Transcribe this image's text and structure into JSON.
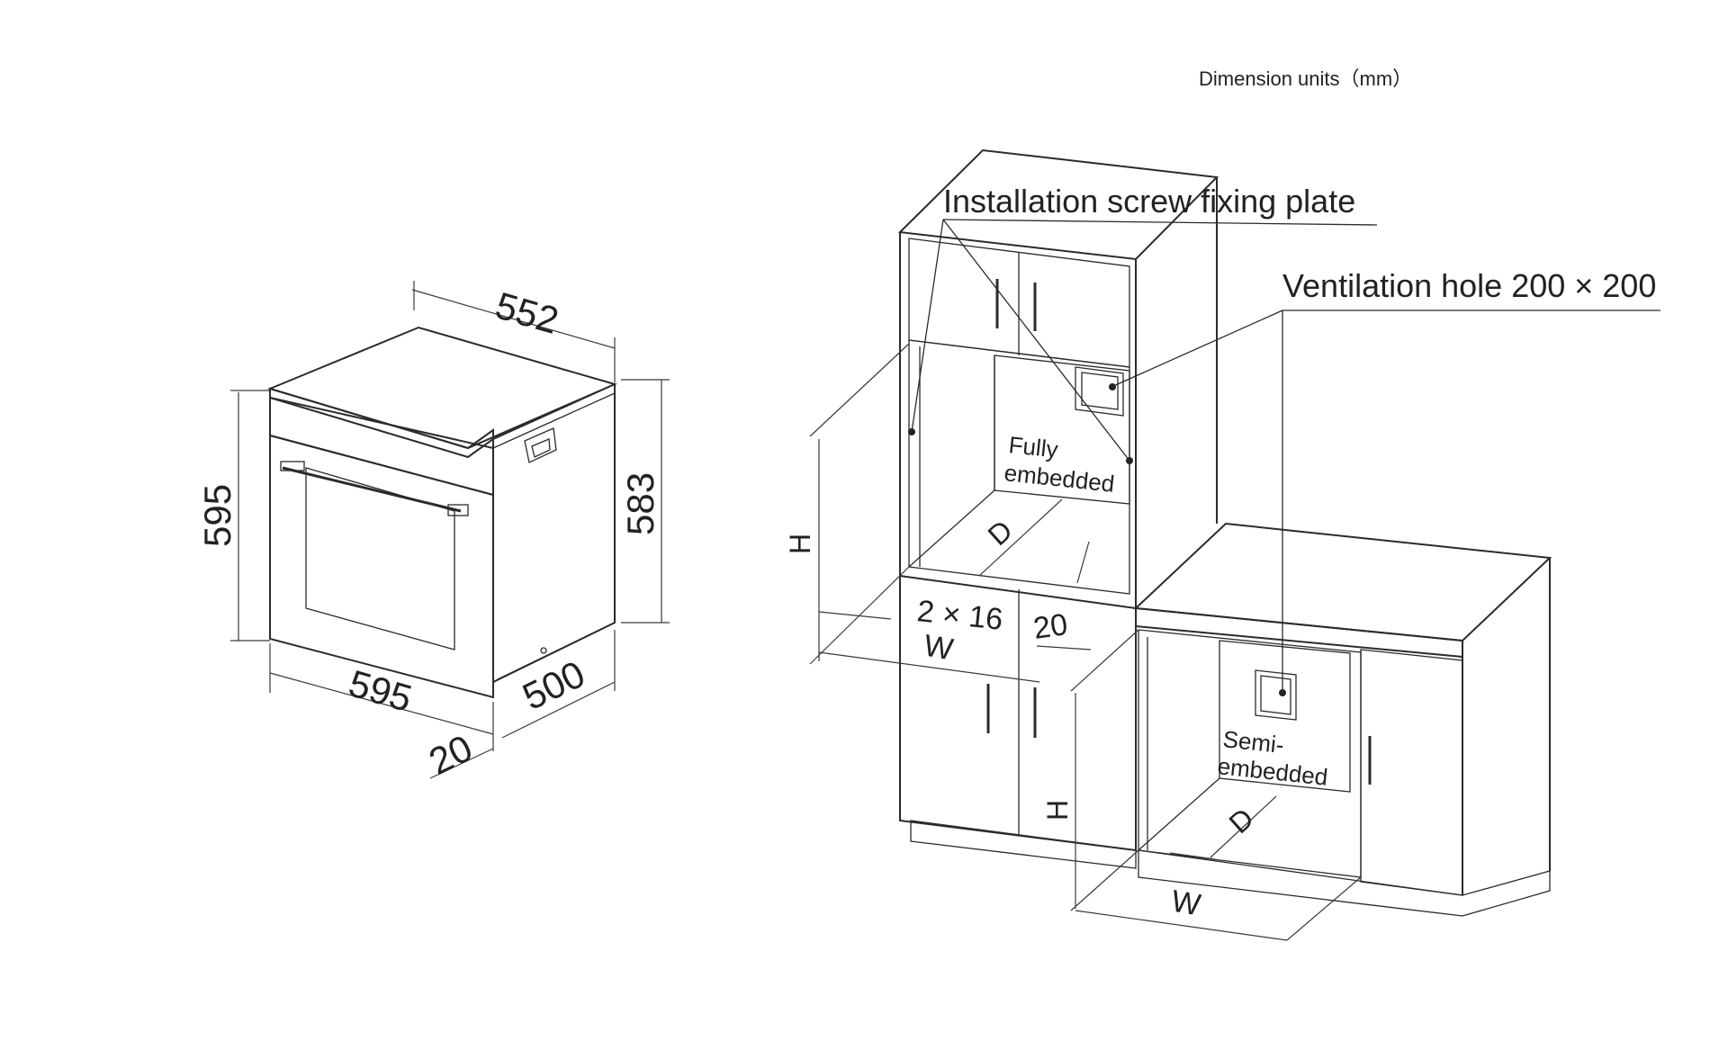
{
  "units_note": "Dimension units（mm）",
  "callouts": {
    "screw_plate": "Installation screw fixing plate",
    "ventilation": "Ventilation hole 200 × 200"
  },
  "oven_dimensions": {
    "depth_top": "552",
    "height_left": "595",
    "height_right": "583",
    "width_front": "595",
    "depth_side": "500",
    "panel_thickness": "20"
  },
  "fully_embedded": {
    "label_line1": "Fully",
    "label_line2": "embedded",
    "h": "H",
    "d": "D",
    "w": "W",
    "gap": "2 × 16",
    "bottom_gap": "20"
  },
  "semi_embedded": {
    "label_line1": "Semi-",
    "label_line2": "embedded",
    "h": "H",
    "d": "D",
    "w": "W"
  }
}
